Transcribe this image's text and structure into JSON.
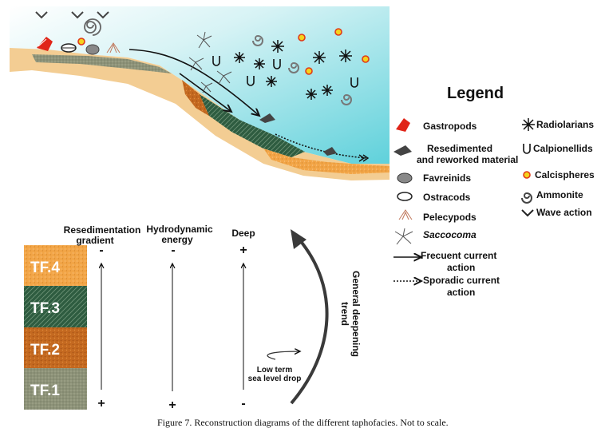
{
  "legend": {
    "title": "Legend",
    "col1": [
      "Gastropods",
      "Resedimented",
      "and reworked material",
      "Favreinids",
      "Ostracods",
      "Pelecypods",
      "Saccocoma",
      "Frecuent current",
      "action",
      "Sporadic current",
      "action"
    ],
    "col2": [
      "Radiolarians",
      "Calpionellids",
      "Calcispheres",
      "Ammonite",
      "Wave action"
    ]
  },
  "gradients": [
    {
      "label_line1": "Resedimentation",
      "label_line2": "gradient",
      "top_sign": "-",
      "bottom_sign": "+"
    },
    {
      "label_line1": "Hydrodynamic",
      "label_line2": "energy",
      "top_sign": "-",
      "bottom_sign": "+"
    },
    {
      "label_line1": "Deep",
      "label_line2": "",
      "top_sign": "+",
      "bottom_sign": "-"
    }
  ],
  "column": [
    "TF.4",
    "TF.3",
    "TF.2",
    "TF.1"
  ],
  "trend": {
    "line1": "General deepening",
    "line2": "trend"
  },
  "sea_level": {
    "line1": "Low term",
    "line2": "sea level drop"
  },
  "caption": "Figure 7. Reconstruction diagrams of the different taphofacies. Not to scale.",
  "colors": {
    "sea_top": "#62d3dc",
    "sea_bottom": "#ffffff",
    "sand": "#f2c98c",
    "tf4": "#f0a143",
    "tf3": "#2f5a3f",
    "tf2": "#c4661e",
    "tf1": "#8f9478",
    "gastropod": "#e02418",
    "calcisphere": "#f5d31c"
  }
}
